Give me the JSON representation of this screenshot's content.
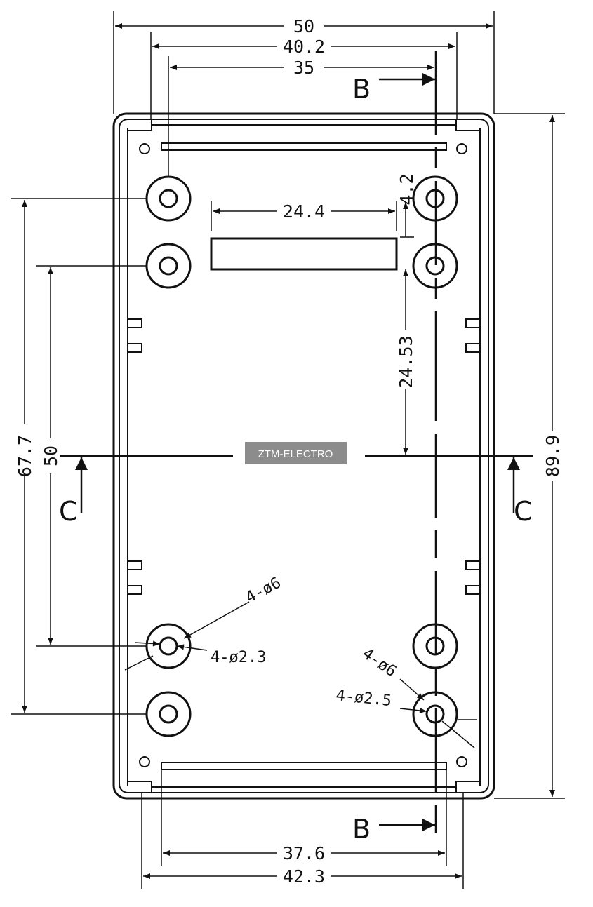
{
  "dimensions": {
    "top_width": "50",
    "top_inner_width": "40.2",
    "top_hole_spacing": "35",
    "window_width": "24.4",
    "window_offset": "4.2",
    "hole_to_center": "24.53",
    "left_outer_height": "67.7",
    "left_inner_height": "50",
    "right_height": "89.9",
    "bottom_inner_width": "37.6",
    "bottom_outer_width": "42.3"
  },
  "section_labels": {
    "top_b": "B",
    "bottom_b": "B",
    "left_c": "C",
    "right_c": "C"
  },
  "hole_notes": {
    "left_boss": "4-ø6",
    "left_hole": "4-ø2.3",
    "right_boss": "4-ø6",
    "right_hole": "4-ø2.5"
  },
  "watermark": "ZTM-ELECTRO",
  "colors": {
    "line": "#111111",
    "watermark_bg": "#8c8c8c",
    "background": "#ffffff"
  }
}
